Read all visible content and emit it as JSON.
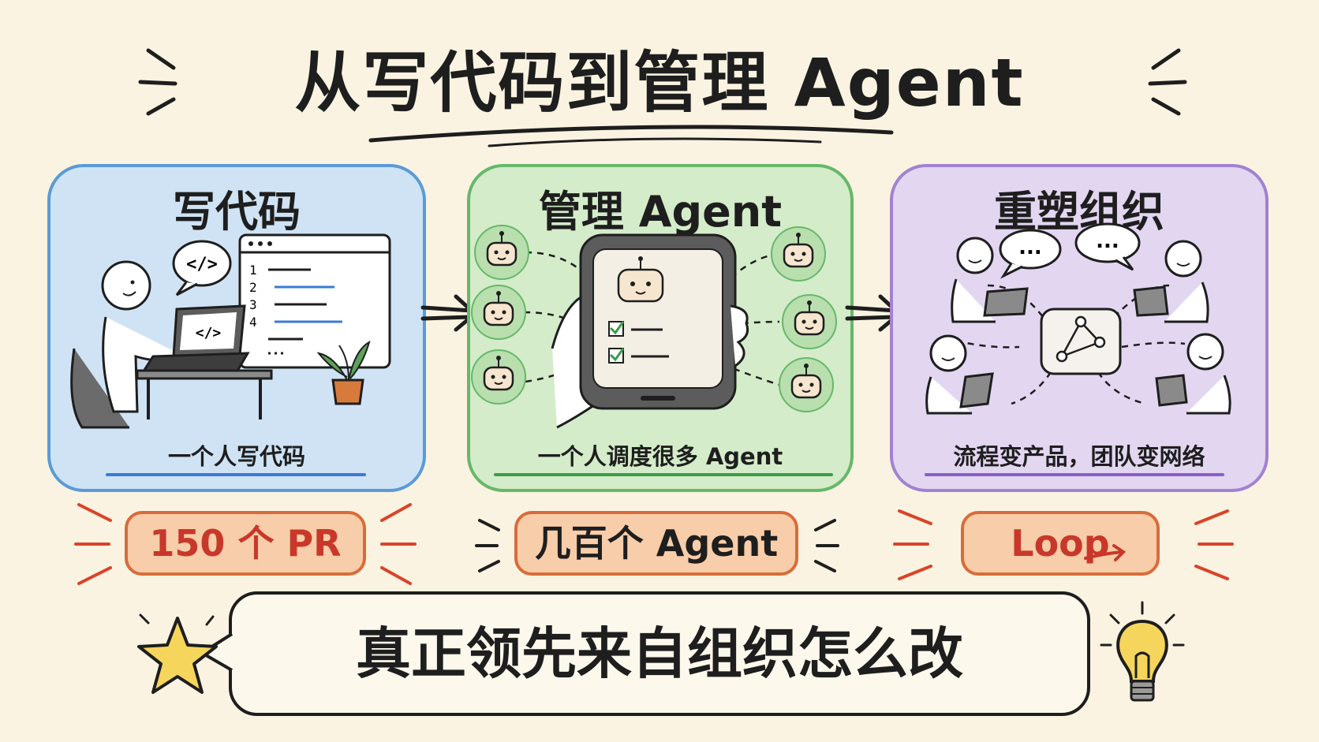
{
  "title": "从写代码到管理 Agent",
  "panels": [
    {
      "title": "写代码",
      "caption": "一个人写代码",
      "stat": "150 个 PR",
      "color": "#5a9bd8"
    },
    {
      "title": "管理 Agent",
      "caption": "一个人调度很多 Agent",
      "stat": "几百个 Agent",
      "color": "#66b86a"
    },
    {
      "title": "重塑组织",
      "caption": "流程变产品，团队变网络",
      "stat": "Loop",
      "color": "#a282d1"
    }
  ],
  "code_window": {
    "line_numbers": [
      "1",
      "2",
      "3",
      "4"
    ],
    "code_tag": "</>"
  },
  "chat_dots": "...",
  "banner": "真正领先来自组织怎么改",
  "colors": {
    "background": "#fbf3e1",
    "panel1": "#cfe3f5",
    "panel2": "#d4ecc9",
    "panel3": "#e2d6f1",
    "accent": "#d9442a"
  }
}
